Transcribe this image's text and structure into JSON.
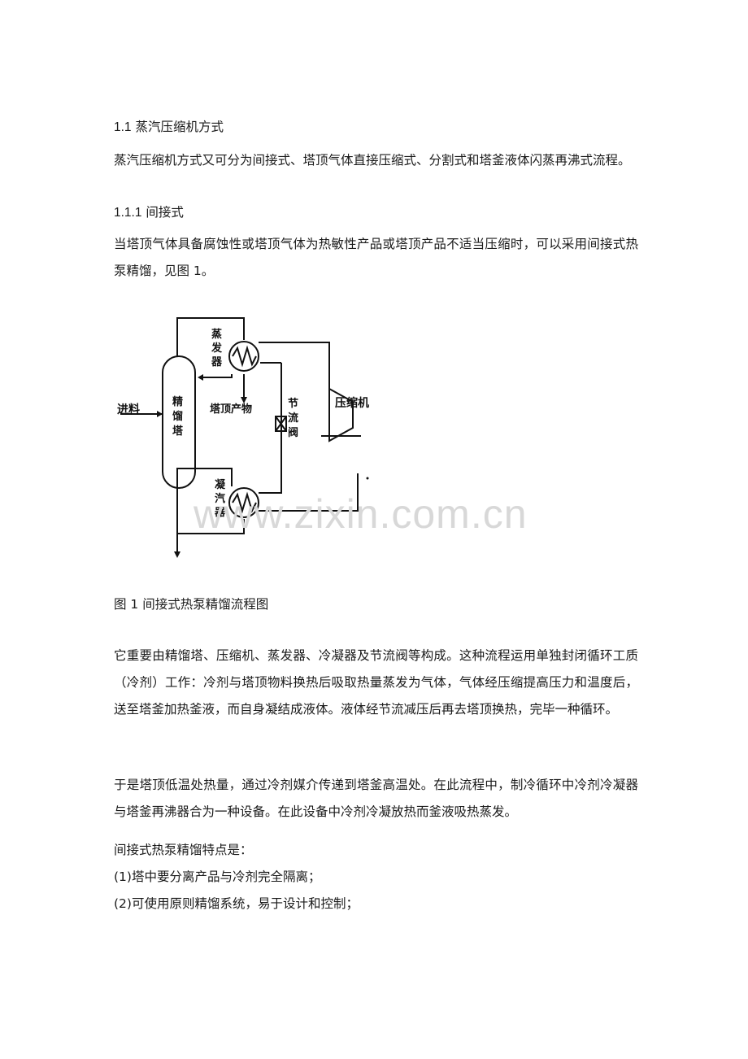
{
  "section": {
    "number": "1.1",
    "title": "蒸汽压缩机方式"
  },
  "intro": "蒸汽压缩机方式又可分为间接式、塔顶气体直接压缩式、分割式和塔釜液体闪蒸再沸式流程。",
  "subsection": {
    "number": "1.1.1",
    "title": "间接式"
  },
  "para1": "当塔顶气体具备腐蚀性或塔顶气体为热敏性产品或塔顶产品不适当压缩时，可以采用间接式热泵精馏，见图 1。",
  "figure": {
    "labels": {
      "feed": "进料",
      "column": [
        "精",
        "馏",
        "塔"
      ],
      "evaporator": [
        "蒸",
        "发",
        "器"
      ],
      "top_product": "塔顶产物",
      "valve": [
        "节",
        "流",
        "阀"
      ],
      "compressor": "压缩机",
      "condenser": [
        "凝",
        "汽",
        "器"
      ]
    },
    "caption": "图 1  间接式热泵精馏流程图"
  },
  "watermark": "www.zixin.com.cn",
  "para2": "它重要由精馏塔、压缩机、蒸发器、冷凝器及节流阀等构成。这种流程运用单独封闭循环工质（冷剂）工作：冷剂与塔顶物料换热后吸取热量蒸发为气体，气体经压缩提高压力和温度后，送至塔釜加热釜液，而自身凝结成液体。液体经节流减压后再去塔顶换热，完毕一种循环。",
  "para3": "于是塔顶低温处热量，通过冷剂媒介传递到塔釜高温处。在此流程中，制冷循环中冷剂冷凝器与塔釜再沸器合为一种设备。在此设备中冷剂冷凝放热而釜液吸热蒸发。",
  "features_title": "间接式热泵精馏特点是：",
  "features": [
    "(1)塔中要分离产品与冷剂完全隔离；",
    "(2)可使用原则精馏系统，易于设计和控制；"
  ]
}
